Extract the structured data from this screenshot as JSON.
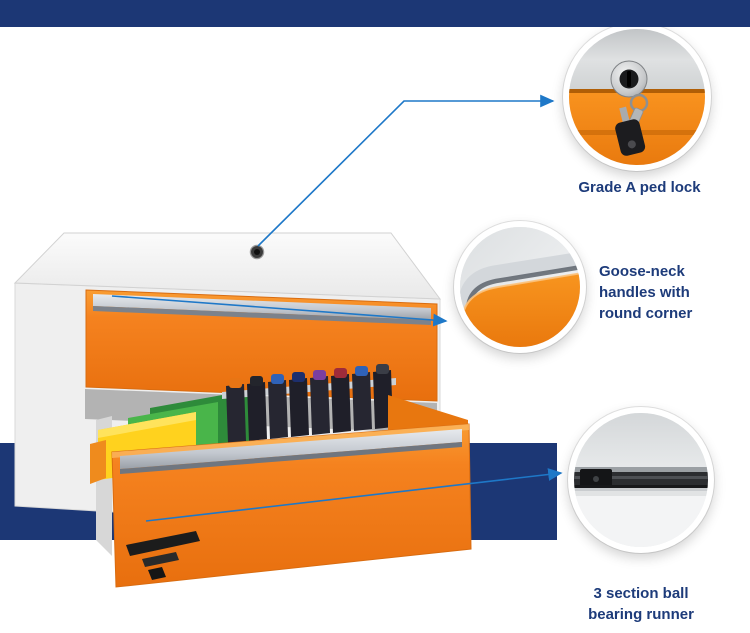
{
  "theme": {
    "navy": "#1c3775",
    "orange": "#f5821f",
    "orange_dark": "#d96c10",
    "arrow_blue": "#1e78c8",
    "label_navy": "#1d3b7a",
    "cabinet_body": "#efefef"
  },
  "callouts": [
    {
      "id": "lock",
      "label": "Grade A ped lock"
    },
    {
      "id": "handle",
      "label": "Goose-neck handles with round corner"
    },
    {
      "id": "runner",
      "label": "3 section ball bearing runner"
    }
  ]
}
